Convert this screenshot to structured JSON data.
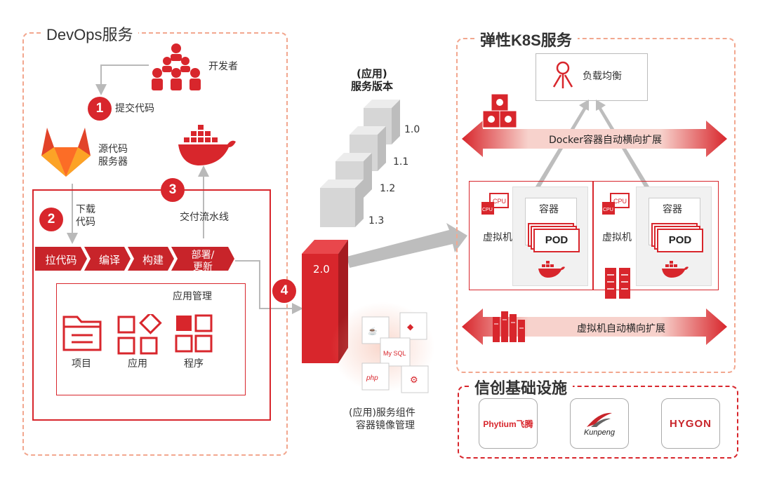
{
  "devops": {
    "title": "DevOps服务",
    "developer": "开发者",
    "step1": "1",
    "commit": "提交代码",
    "repo_line1": "源代码",
    "repo_line2": "服务器",
    "step2": "2",
    "download_line1": "下载",
    "download_line2": "代码",
    "step3": "3",
    "pipeline": "交付流水线",
    "step4": "4",
    "steps": [
      "拉代码",
      "编译",
      "构建"
    ],
    "deploy_line1": "部署/",
    "deploy_line2": "更新",
    "app_mgmt": "应用管理",
    "project": "项目",
    "application": "应用",
    "program": "程序"
  },
  "versions": {
    "title_line1": "(应用)",
    "title_line2": "服务版本",
    "v10": "1.0",
    "v11": "1.1",
    "v12": "1.2",
    "v13": "1.3",
    "v20": "2.0",
    "components_line1": "(应用)服务组件",
    "components_line2": "容器镜像管理"
  },
  "k8s": {
    "title": "弹性K8S服务",
    "load_balancer": "负载均衡",
    "docker_scale": "Docker容器自动横向扩展",
    "vm_label": "虚拟机",
    "cpu": "CPU",
    "container": "容器",
    "pod": "POD",
    "vm_scale": "虚拟机自动横向扩展"
  },
  "infra": {
    "title": "信创基础设施",
    "phytium": "Phytium飞腾",
    "kunpeng": "Kunpeng",
    "hygon": "HYGON"
  },
  "colors": {
    "accent": "#d8262c",
    "dash": "#f2a78f",
    "grey": "#b9b9b9"
  }
}
